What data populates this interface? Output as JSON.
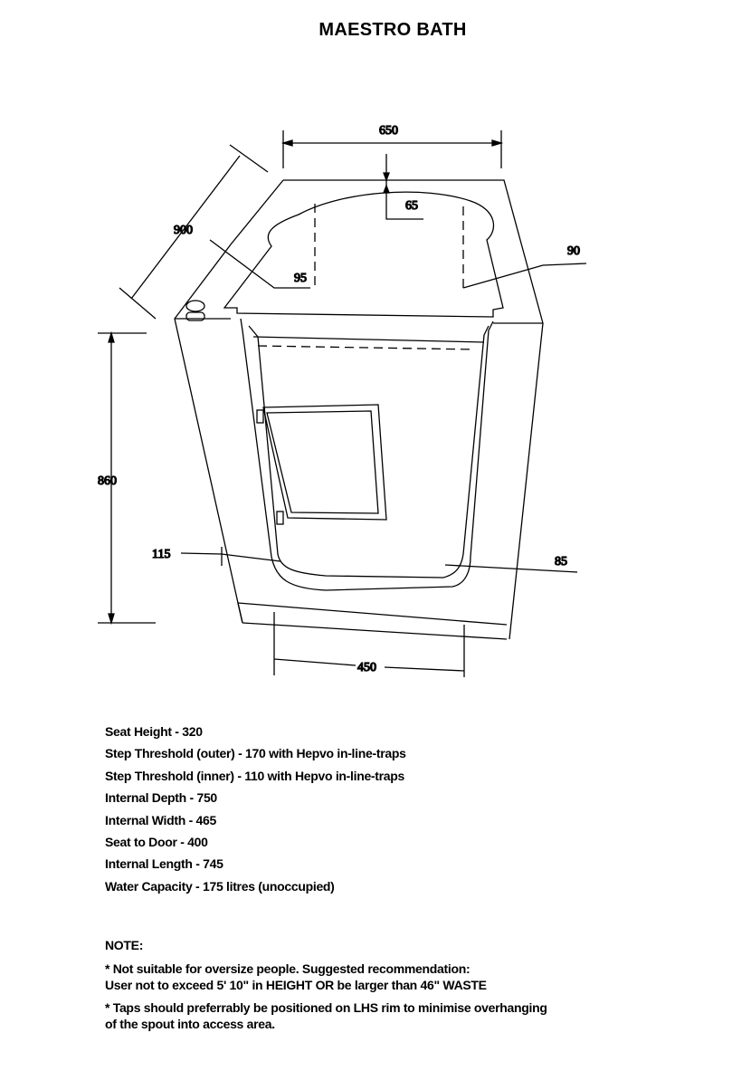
{
  "title": "MAESTRO BATH",
  "dimensions": {
    "top_width": "650",
    "rim_top": "65",
    "diagonal_length": "900",
    "left_rim": "95",
    "right_rim": "90",
    "height": "860",
    "left_wall": "115",
    "right_wall": "85",
    "base_width": "450"
  },
  "specs": [
    "Seat Height - 320",
    "Step Threshold (outer) - 170 with Hepvo in-line-traps",
    "Step Threshold (inner) - 110  with Hepvo in-line-traps",
    "Internal Depth - 750",
    "Internal Width - 465",
    "Seat to Door - 400",
    "Internal Length - 745",
    "Water Capacity - 175 litres (unoccupied)"
  ],
  "note": {
    "heading": "NOTE:",
    "items": [
      "* Not suitable for oversize people. Suggested recommendation:",
      "User not to exceed 5' 10\" in HEIGHT OR be larger than 46\" WASTE",
      "* Taps should preferrably be positioned on LHS rim to minimise overhanging",
      "of the spout into access area."
    ]
  }
}
